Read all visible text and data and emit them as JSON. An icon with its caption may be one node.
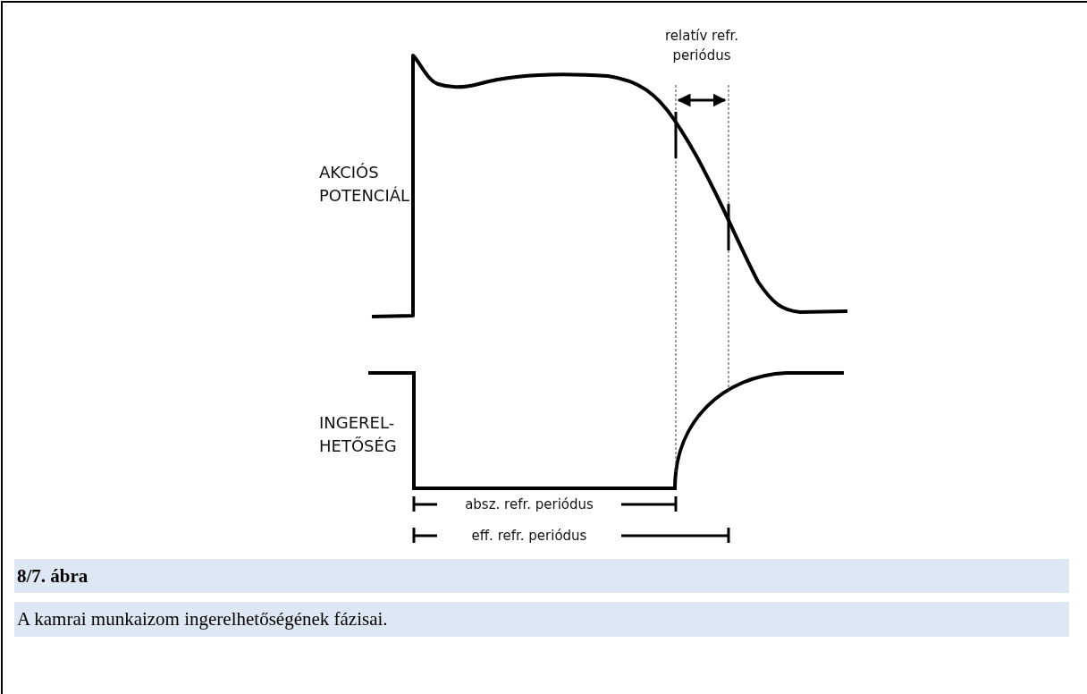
{
  "diagram": {
    "title": "8/7. ábra",
    "caption": "A kamrai munkaizom ingerelhetőségének fázisai.",
    "labels": [
      "relatív refr. periódus",
      "AKCIÓS POTENCIÁL",
      "INGEREL- HETŐSÉG",
      "absz. refr. periódus",
      "eff. refr. periódus"
    ]
  }
}
